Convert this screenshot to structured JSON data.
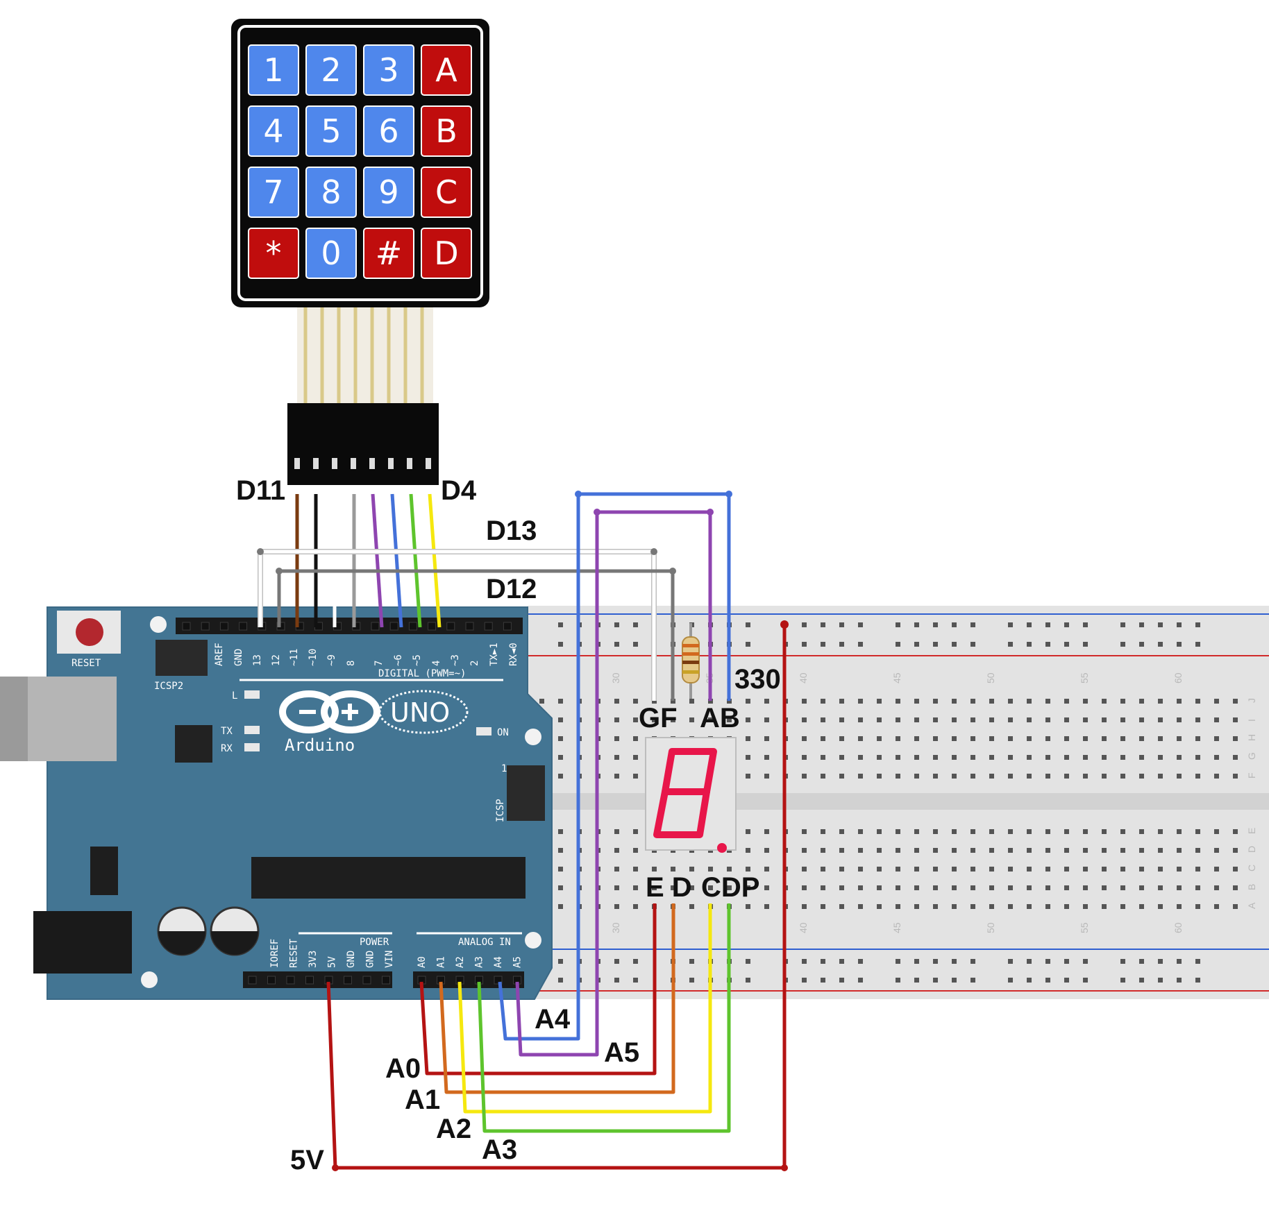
{
  "keypad": {
    "keys": [
      "1",
      "2",
      "3",
      "A",
      "4",
      "5",
      "6",
      "B",
      "7",
      "8",
      "9",
      "C",
      "*",
      "0",
      "#",
      "D"
    ]
  },
  "arduino": {
    "brand": "Arduino",
    "model": "UNO",
    "reset": "RESET",
    "icsp2": "ICSP2",
    "icsp": "ICSP",
    "digital_header": "DIGITAL (PWM=~)",
    "analog_header": "ANALOG IN",
    "power_header": "POWER",
    "led_l": "L",
    "led_tx": "TX",
    "led_rx": "RX",
    "led_on": "ON",
    "icsp_pin1": "1",
    "digital_pins": [
      "AREF",
      "GND",
      "13",
      "12",
      "~11",
      "~10",
      "~9",
      "8",
      "7",
      "~6",
      "~5",
      "4",
      "~3",
      "2",
      "TX►1",
      "RX◄0"
    ],
    "power_pins": [
      "IOREF",
      "RESET",
      "3V3",
      "5V",
      "GND",
      "GND",
      "VIN"
    ],
    "analog_pins": [
      "A0",
      "A1",
      "A2",
      "A3",
      "A4",
      "A5"
    ]
  },
  "breadboard": {
    "column_numbers": [
      "30",
      "35",
      "40",
      "45",
      "50",
      "55",
      "60"
    ],
    "row_letters_top": [
      "J",
      "I",
      "H",
      "G",
      "F"
    ],
    "row_letters_bottom": [
      "E",
      "D",
      "C",
      "B",
      "A"
    ]
  },
  "labels": {
    "d11": "D11",
    "d4": "D4",
    "d13": "D13",
    "d12": "D12",
    "resistor": "330",
    "seg_top_left": "GF",
    "seg_top_right": "AB",
    "seg_bot_left": "E D",
    "seg_bot_right": "CDP",
    "a0": "A0",
    "a1": "A1",
    "a2": "A2",
    "a3": "A3",
    "a4": "A4",
    "a5": "A5",
    "v5": "5V"
  },
  "colors": {
    "board": "#437593",
    "breadboard": "#e6e6e6",
    "key_blue": "#4f87ec",
    "key_red": "#c00d0d",
    "segment": "#e8164a",
    "wire_red": "#b41313",
    "wire_orange": "#d2691e",
    "wire_yellow": "#f5e80f",
    "wire_green": "#5ec42d",
    "wire_blue": "#4471d9",
    "wire_purple": "#8e45b0",
    "wire_brown": "#7a3b10",
    "wire_black": "#111111",
    "wire_white": "#ffffff",
    "wire_grey": "#777777"
  }
}
